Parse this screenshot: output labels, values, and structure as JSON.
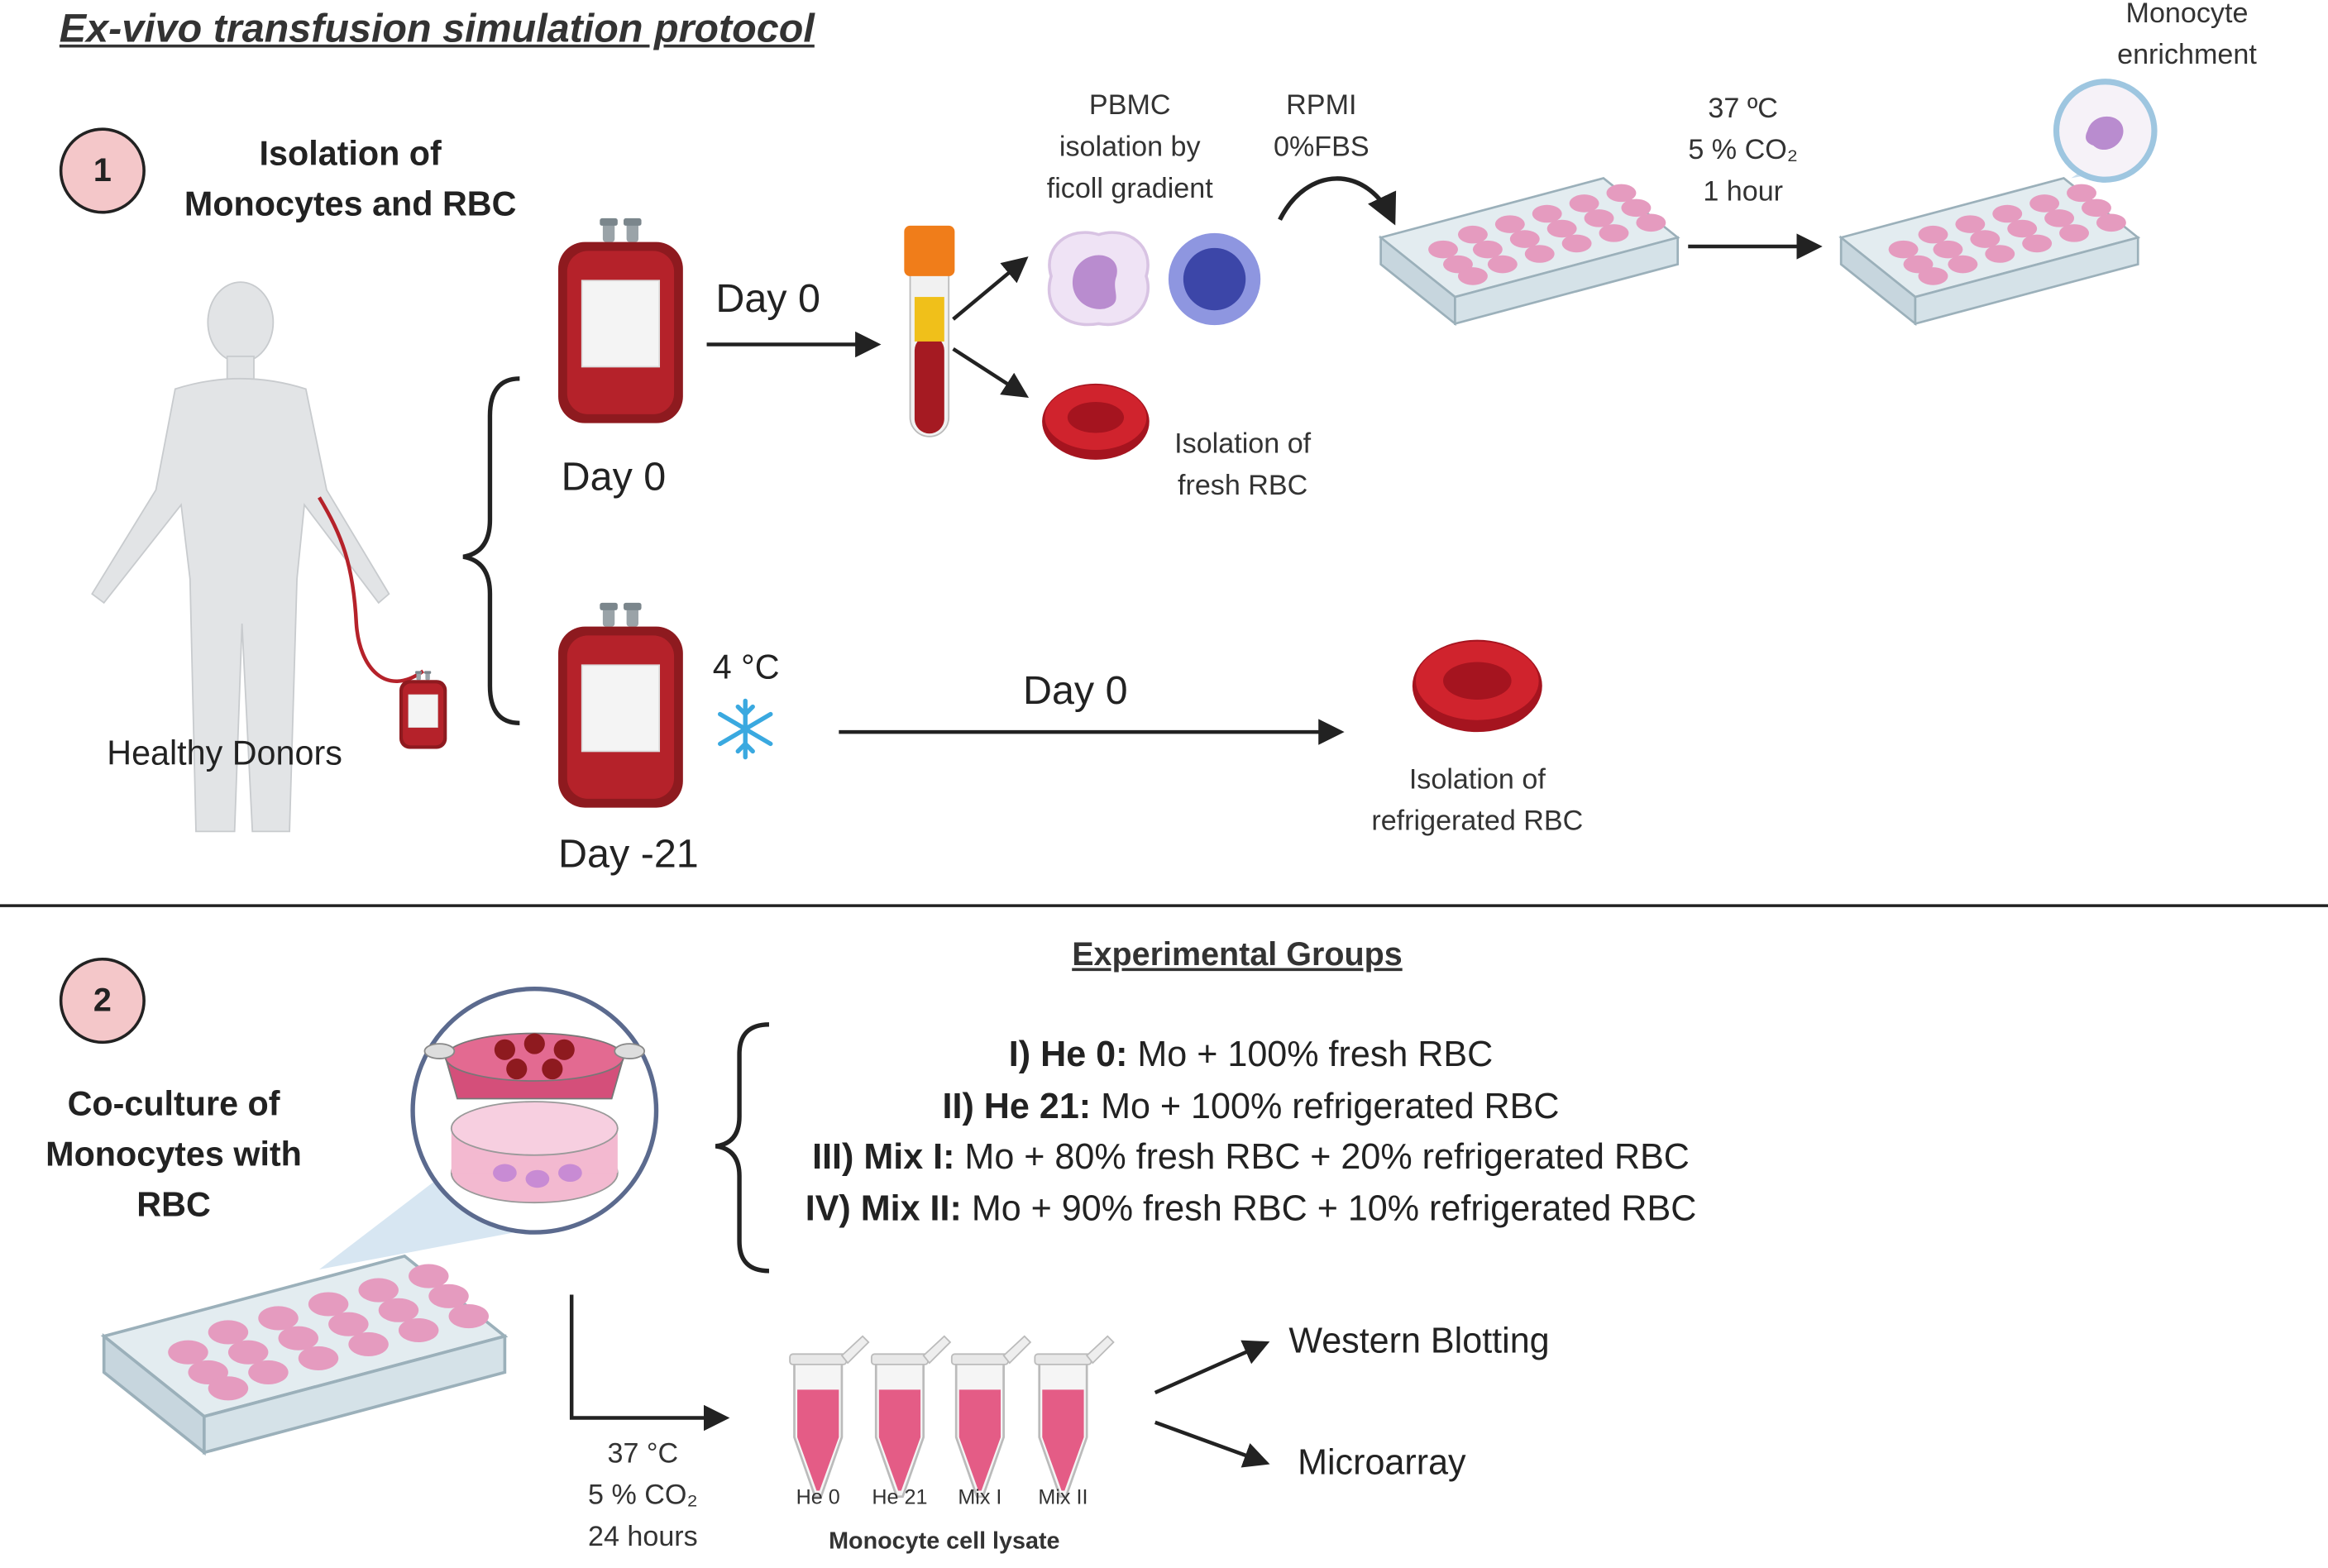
{
  "title": "Ex-vivo transfusion simulation protocol",
  "step1": {
    "number": "1",
    "heading": [
      "Isolation of",
      "Monocytes and RBC"
    ],
    "donors_label": "Healthy Donors",
    "bag_fresh_label": "Day 0",
    "bag_stored_label": "Day -21",
    "arrow_fresh_label": "Day 0",
    "storage_temp": "4 °C",
    "arrow_stored_label": "Day 0",
    "pbmc_label": [
      "PBMC",
      "isolation by",
      "ficoll gradient"
    ],
    "fresh_rbc_label": [
      "Isolation of",
      "fresh RBC"
    ],
    "refrigerated_rbc_label": [
      "Isolation of",
      "refrigerated RBC"
    ],
    "medium_label": [
      "RPMI",
      "0%FBS"
    ],
    "incubation_label": [
      "37 ºC",
      "5 % CO₂",
      "1 hour"
    ],
    "enrichment_label": [
      "Monocyte",
      "enrichment"
    ]
  },
  "step2": {
    "number": "2",
    "heading": [
      "Co-culture of",
      "Monocytes with",
      "RBC"
    ],
    "groups_title": "Experimental Groups",
    "groups": [
      {
        "id": "I) He 0:",
        "desc": " Mo + 100% fresh RBC"
      },
      {
        "id": "II) He 21:",
        "desc": " Mo + 100% refrigerated RBC"
      },
      {
        "id": "III) Mix I:",
        "desc": " Mo + 80% fresh RBC + 20% refrigerated RBC"
      },
      {
        "id": "IV) Mix II:",
        "desc": " Mo + 90% fresh RBC + 10% refrigerated RBC"
      }
    ],
    "incubation_label": [
      "37 °C",
      "5 % CO₂",
      "24 hours"
    ],
    "tubes": [
      "He 0",
      "He 21",
      "Mix I",
      "Mix II"
    ],
    "lysate_label": "Monocyte cell lysate",
    "outputs": [
      "Western Blotting",
      "Microarray"
    ]
  },
  "colors": {
    "blood_dark": "#8e1a1f",
    "blood": "#b5222a",
    "rbc": "#c81e2a",
    "well_pink": "#e9a2c4",
    "badge_fill": "#f4c7c9",
    "plate": "#dfe9ee",
    "monocyte": "#c9a6d6",
    "lymphocyte": "#4b55b8",
    "snowflake": "#3aa9e0"
  },
  "icons": [
    "human-body-icon",
    "blood-bag-icon",
    "test-tube-icon",
    "monocyte-cell-icon",
    "lymphocyte-cell-icon",
    "red-blood-cell-icon",
    "snowflake-icon",
    "well-plate-icon",
    "transwell-insert-icon",
    "microtube-icon"
  ]
}
